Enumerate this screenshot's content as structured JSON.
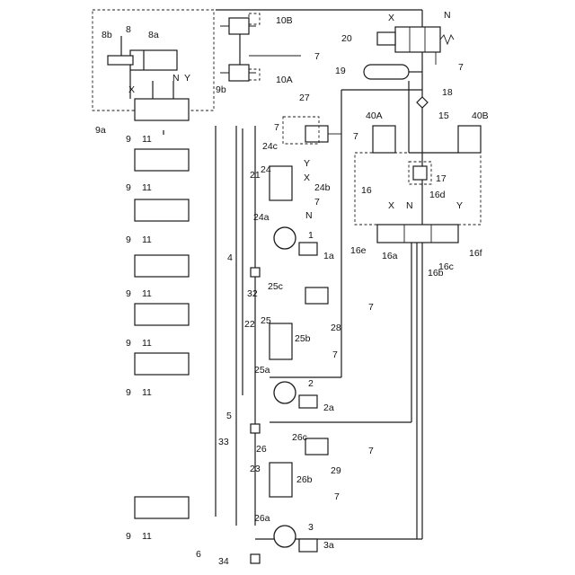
{
  "diagram": {
    "labels": [
      {
        "id": "8b",
        "text": "8b"
      },
      {
        "id": "8",
        "text": "8"
      },
      {
        "id": "8a",
        "text": "8a"
      },
      {
        "id": "10B",
        "text": "10B"
      },
      {
        "id": "10A",
        "text": "10A"
      },
      {
        "id": "7-10B",
        "text": "7"
      },
      {
        "id": "X-20",
        "text": "X"
      },
      {
        "id": "N-20",
        "text": "N"
      },
      {
        "id": "20",
        "text": "20"
      },
      {
        "id": "7-20",
        "text": "7"
      },
      {
        "id": "19",
        "text": "19"
      },
      {
        "id": "18",
        "text": "18"
      },
      {
        "id": "15",
        "text": "15"
      },
      {
        "id": "27",
        "text": "27"
      },
      {
        "id": "40A",
        "text": "40A"
      },
      {
        "id": "40B",
        "text": "40B"
      },
      {
        "id": "7-27",
        "text": "7"
      },
      {
        "id": "X-9",
        "text": "X"
      },
      {
        "id": "N-9",
        "text": "N"
      },
      {
        "id": "Y-9",
        "text": "Y"
      },
      {
        "id": "9b",
        "text": "9b"
      },
      {
        "id": "9a",
        "text": "9a"
      },
      {
        "id": "9-1",
        "text": "9"
      },
      {
        "id": "11-1",
        "text": "11"
      },
      {
        "id": "9-2",
        "text": "9"
      },
      {
        "id": "11-2",
        "text": "11"
      },
      {
        "id": "9-3",
        "text": "9"
      },
      {
        "id": "11-3",
        "text": "11"
      },
      {
        "id": "9-4",
        "text": "9"
      },
      {
        "id": "11-4",
        "text": "11"
      },
      {
        "id": "9-5",
        "text": "9"
      },
      {
        "id": "11-5",
        "text": "11"
      },
      {
        "id": "9-6",
        "text": "9"
      },
      {
        "id": "11-6",
        "text": "11"
      },
      {
        "id": "9-7",
        "text": "9"
      },
      {
        "id": "11-7",
        "text": "11"
      },
      {
        "id": "7-top",
        "text": "7"
      },
      {
        "id": "24c",
        "text": "24c"
      },
      {
        "id": "Y-24",
        "text": "Y"
      },
      {
        "id": "24",
        "text": "24"
      },
      {
        "id": "21",
        "text": "21"
      },
      {
        "id": "X-24",
        "text": "X"
      },
      {
        "id": "24b",
        "text": "24b"
      },
      {
        "id": "7-24",
        "text": "7"
      },
      {
        "id": "24a",
        "text": "24a"
      },
      {
        "id": "N-24",
        "text": "N"
      },
      {
        "id": "1",
        "text": "1"
      },
      {
        "id": "1a",
        "text": "1a"
      },
      {
        "id": "4",
        "text": "4"
      },
      {
        "id": "16",
        "text": "16"
      },
      {
        "id": "X-16",
        "text": "X"
      },
      {
        "id": "N-16",
        "text": "N"
      },
      {
        "id": "16d",
        "text": "16d"
      },
      {
        "id": "Y-16",
        "text": "Y"
      },
      {
        "id": "17",
        "text": "17"
      },
      {
        "id": "16e",
        "text": "16e"
      },
      {
        "id": "16a",
        "text": "16a"
      },
      {
        "id": "16f",
        "text": "16f"
      },
      {
        "id": "16b",
        "text": "16b"
      },
      {
        "id": "16c",
        "text": "16c"
      },
      {
        "id": "32",
        "text": "32"
      },
      {
        "id": "25c",
        "text": "25c"
      },
      {
        "id": "25",
        "text": "25"
      },
      {
        "id": "22",
        "text": "22"
      },
      {
        "id": "25b",
        "text": "25b"
      },
      {
        "id": "28",
        "text": "28"
      },
      {
        "id": "7-28",
        "text": "7"
      },
      {
        "id": "7-25",
        "text": "7"
      },
      {
        "id": "25a",
        "text": "25a"
      },
      {
        "id": "2",
        "text": "2"
      },
      {
        "id": "2a",
        "text": "2a"
      },
      {
        "id": "5",
        "text": "5"
      },
      {
        "id": "33",
        "text": "33"
      },
      {
        "id": "26",
        "text": "26"
      },
      {
        "id": "26c",
        "text": "26c"
      },
      {
        "id": "23",
        "text": "23"
      },
      {
        "id": "26b",
        "text": "26b"
      },
      {
        "id": "29",
        "text": "29"
      },
      {
        "id": "7-29",
        "text": "7"
      },
      {
        "id": "7-26",
        "text": "7"
      },
      {
        "id": "26a",
        "text": "26a"
      },
      {
        "id": "3",
        "text": "3"
      },
      {
        "id": "6",
        "text": "6"
      },
      {
        "id": "3a",
        "text": "3a"
      },
      {
        "id": "34",
        "text": "34"
      }
    ]
  }
}
